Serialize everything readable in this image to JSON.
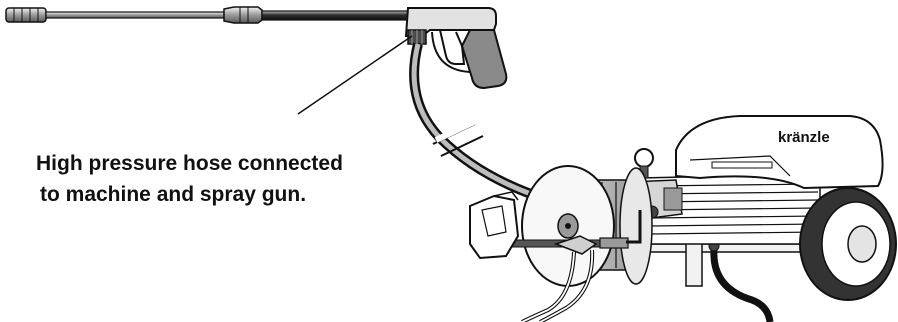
{
  "caption": {
    "line1": "High pressure hose connected",
    "line2": "to machine and spray gun."
  },
  "machine": {
    "brand": "kränzle"
  },
  "colors": {
    "line": "#111111",
    "metal_dark": "#3a3a3a",
    "metal_light": "#d8d8d8",
    "body": "#ffffff"
  }
}
